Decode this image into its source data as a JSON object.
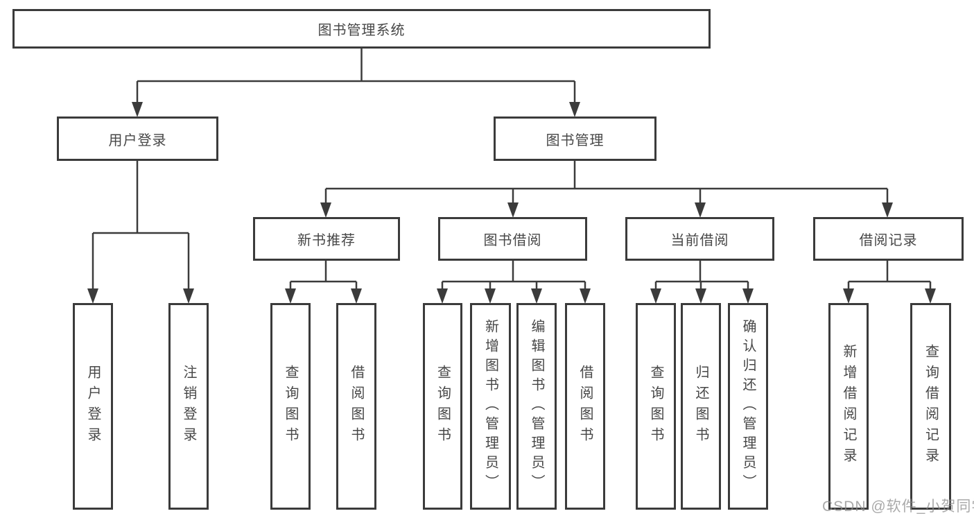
{
  "diagram": {
    "title": "图书管理系统",
    "watermark": "CSDN @软件_小贺同学",
    "colors": {
      "line": "#3b3b3b",
      "box_border": "#3b3b3b",
      "text": "#474747",
      "background": "#ffffff",
      "watermark": "#8c8c8c"
    },
    "tree": {
      "label": "图书管理系统",
      "children": [
        {
          "label": "用户登录",
          "children": [
            {
              "label": "用户登录"
            },
            {
              "label": "注销登录"
            }
          ]
        },
        {
          "label": "图书管理",
          "children": [
            {
              "label": "新书推荐",
              "children": [
                {
                  "label": "查询图书"
                },
                {
                  "label": "借阅图书"
                }
              ]
            },
            {
              "label": "图书借阅",
              "children": [
                {
                  "label": "查询图书"
                },
                {
                  "label": "新增图书（管理员）"
                },
                {
                  "label": "编辑图书（管理员）"
                },
                {
                  "label": "借阅图书"
                }
              ]
            },
            {
              "label": "当前借阅",
              "children": [
                {
                  "label": "查询图书"
                },
                {
                  "label": "归还图书"
                },
                {
                  "label": "确认归还（管理员）"
                }
              ]
            },
            {
              "label": "借阅记录",
              "children": [
                {
                  "label": "新增借阅记录"
                },
                {
                  "label": "查询借阅记录"
                }
              ]
            }
          ]
        }
      ]
    }
  }
}
